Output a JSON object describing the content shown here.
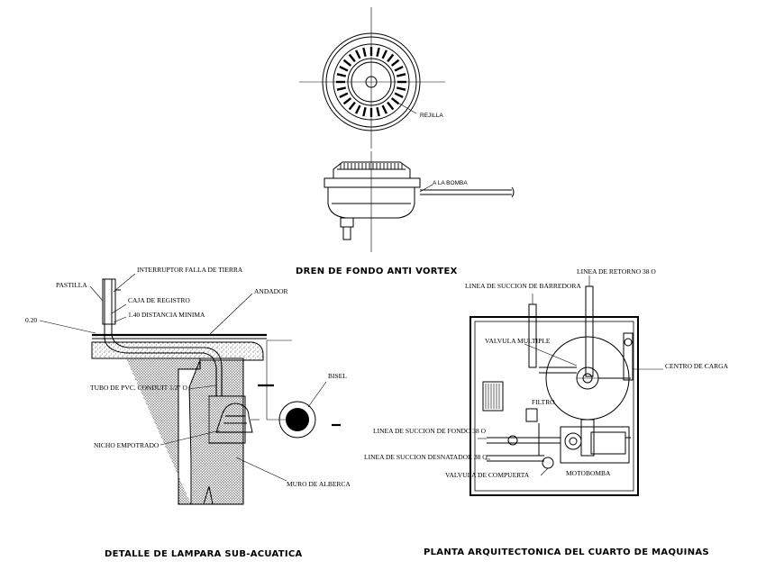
{
  "drain": {
    "title": "DREN DE FONDO ANTI VORTEX",
    "grate_label": "REJILLA",
    "pump_label": "A LA BOMBA"
  },
  "lamp": {
    "title": "DETALLE DE LAMPARA SUB-ACUATICA",
    "labels": {
      "interruptor": "INTERRUPTOR FALLA DE TIERRA",
      "pastilla": "PASTILLA",
      "caja": "CAJA DE REGISTRO",
      "distancia": "1.40 DISTANCIA MINIMA",
      "andador": "ANDADOR",
      "dim": "0.20",
      "tubo": "TUBO DE PVC. CONDUIT 1/2\" O",
      "bisel": "BISEL",
      "nicho": "NICHO EMPOTRADO",
      "muro": "MURO DE ALBERCA"
    }
  },
  "machine_room": {
    "title": "PLANTA ARQUITECTONICA DEL CUARTO DE MAQUINAS",
    "labels": {
      "retorno": "LINEA DE RETORNO 38 O",
      "barredora": "LINEA DE SUCCION DE BARREDORA",
      "valvula_multiple": "VALVULA MULTIPLE",
      "centro": "CENTRO DE CARGA",
      "filtro": "FILTRO",
      "fondo": "LINEA DE SUCCION DE FONDO 38 O",
      "desnatador": "LINEA DE SUCCION DESNATADOR 38 O",
      "compuerta": "VALVULA DE COMPUERTA",
      "motobomba": "MOTOBOMBA"
    }
  }
}
